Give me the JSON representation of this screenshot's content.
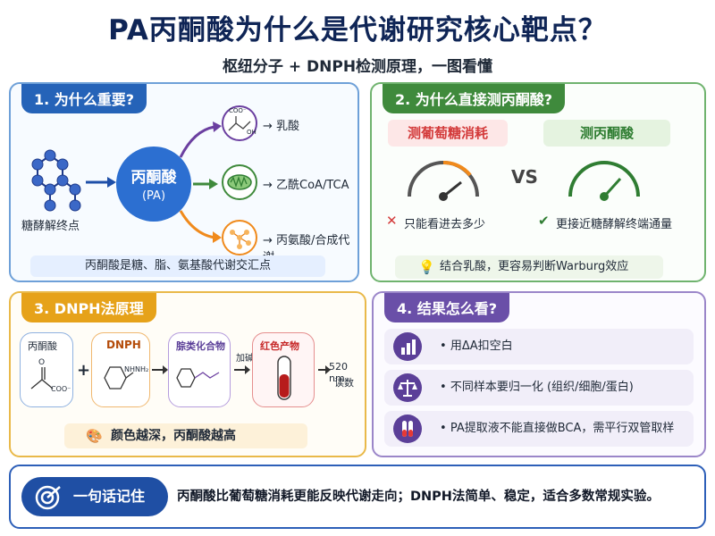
{
  "header": {
    "title": "PA丙酮酸为什么是代谢研究核心靶点？",
    "subtitle": "枢纽分子 + DNPH检测原理，一图看懂"
  },
  "panel1": {
    "heading": "1. 为什么重要?",
    "glycolysis_label": "糖酵解终点",
    "center_name": "丙酮酸",
    "center_abbr": "(PA)",
    "fates": [
      "→ 乳酸",
      "→ 乙酰CoA/TCA",
      "→ 丙氨酸/合成代谢"
    ],
    "lactate_formula_top": "COO⁻",
    "lactate_formula_oh": "OH",
    "note": "丙酮酸是糖、脂、氨基酸代谢交汇点",
    "colors": {
      "accent": "#2563b8",
      "lactate": "#6b3fa0",
      "tca": "#3f8a3c",
      "ala": "#f08a1c"
    }
  },
  "panel2": {
    "heading": "2. 为什么直接测丙酮酸?",
    "left_tag": "测葡萄糖消耗",
    "right_tag": "测丙酮酸",
    "vs": "VS",
    "left_point": "只能看进去多少",
    "right_point": "更接近糖酵解终端通量",
    "note": "结合乳酸，更容易判断Warburg效应",
    "colors": {
      "left": "#d33a3a",
      "right": "#2f7d32"
    }
  },
  "panel3": {
    "heading": "3. DNPH法原理",
    "steps": [
      "丙酮酸",
      "DNPH",
      "腙类化合物",
      "红色产物"
    ],
    "plus": "+",
    "alkali": "加碱",
    "readout_line1": "520 nm",
    "readout_line2": "读数",
    "pa_label_coo": "COO⁻",
    "pa_label_o": "O",
    "dnph_label": "NHNH₂",
    "note": "颜色越深，丙酮酸越高"
  },
  "panel4": {
    "heading": "4. 结果怎么看?",
    "items": [
      {
        "icon": "bar-chart-icon",
        "text": "用ΔA扣空白"
      },
      {
        "icon": "balance-scale-icon",
        "text": "不同样本要归一化 (组织/细胞/蛋白)"
      },
      {
        "icon": "test-tube-icon",
        "text": "PA提取液不能直接做BCA，需平行双管取样"
      }
    ]
  },
  "footer": {
    "pill_label": "一句话记住",
    "text": "丙酮酸比葡萄糖消耗更能反映代谢走向；DNPH法简单、稳定，适合多数常规实验。"
  }
}
